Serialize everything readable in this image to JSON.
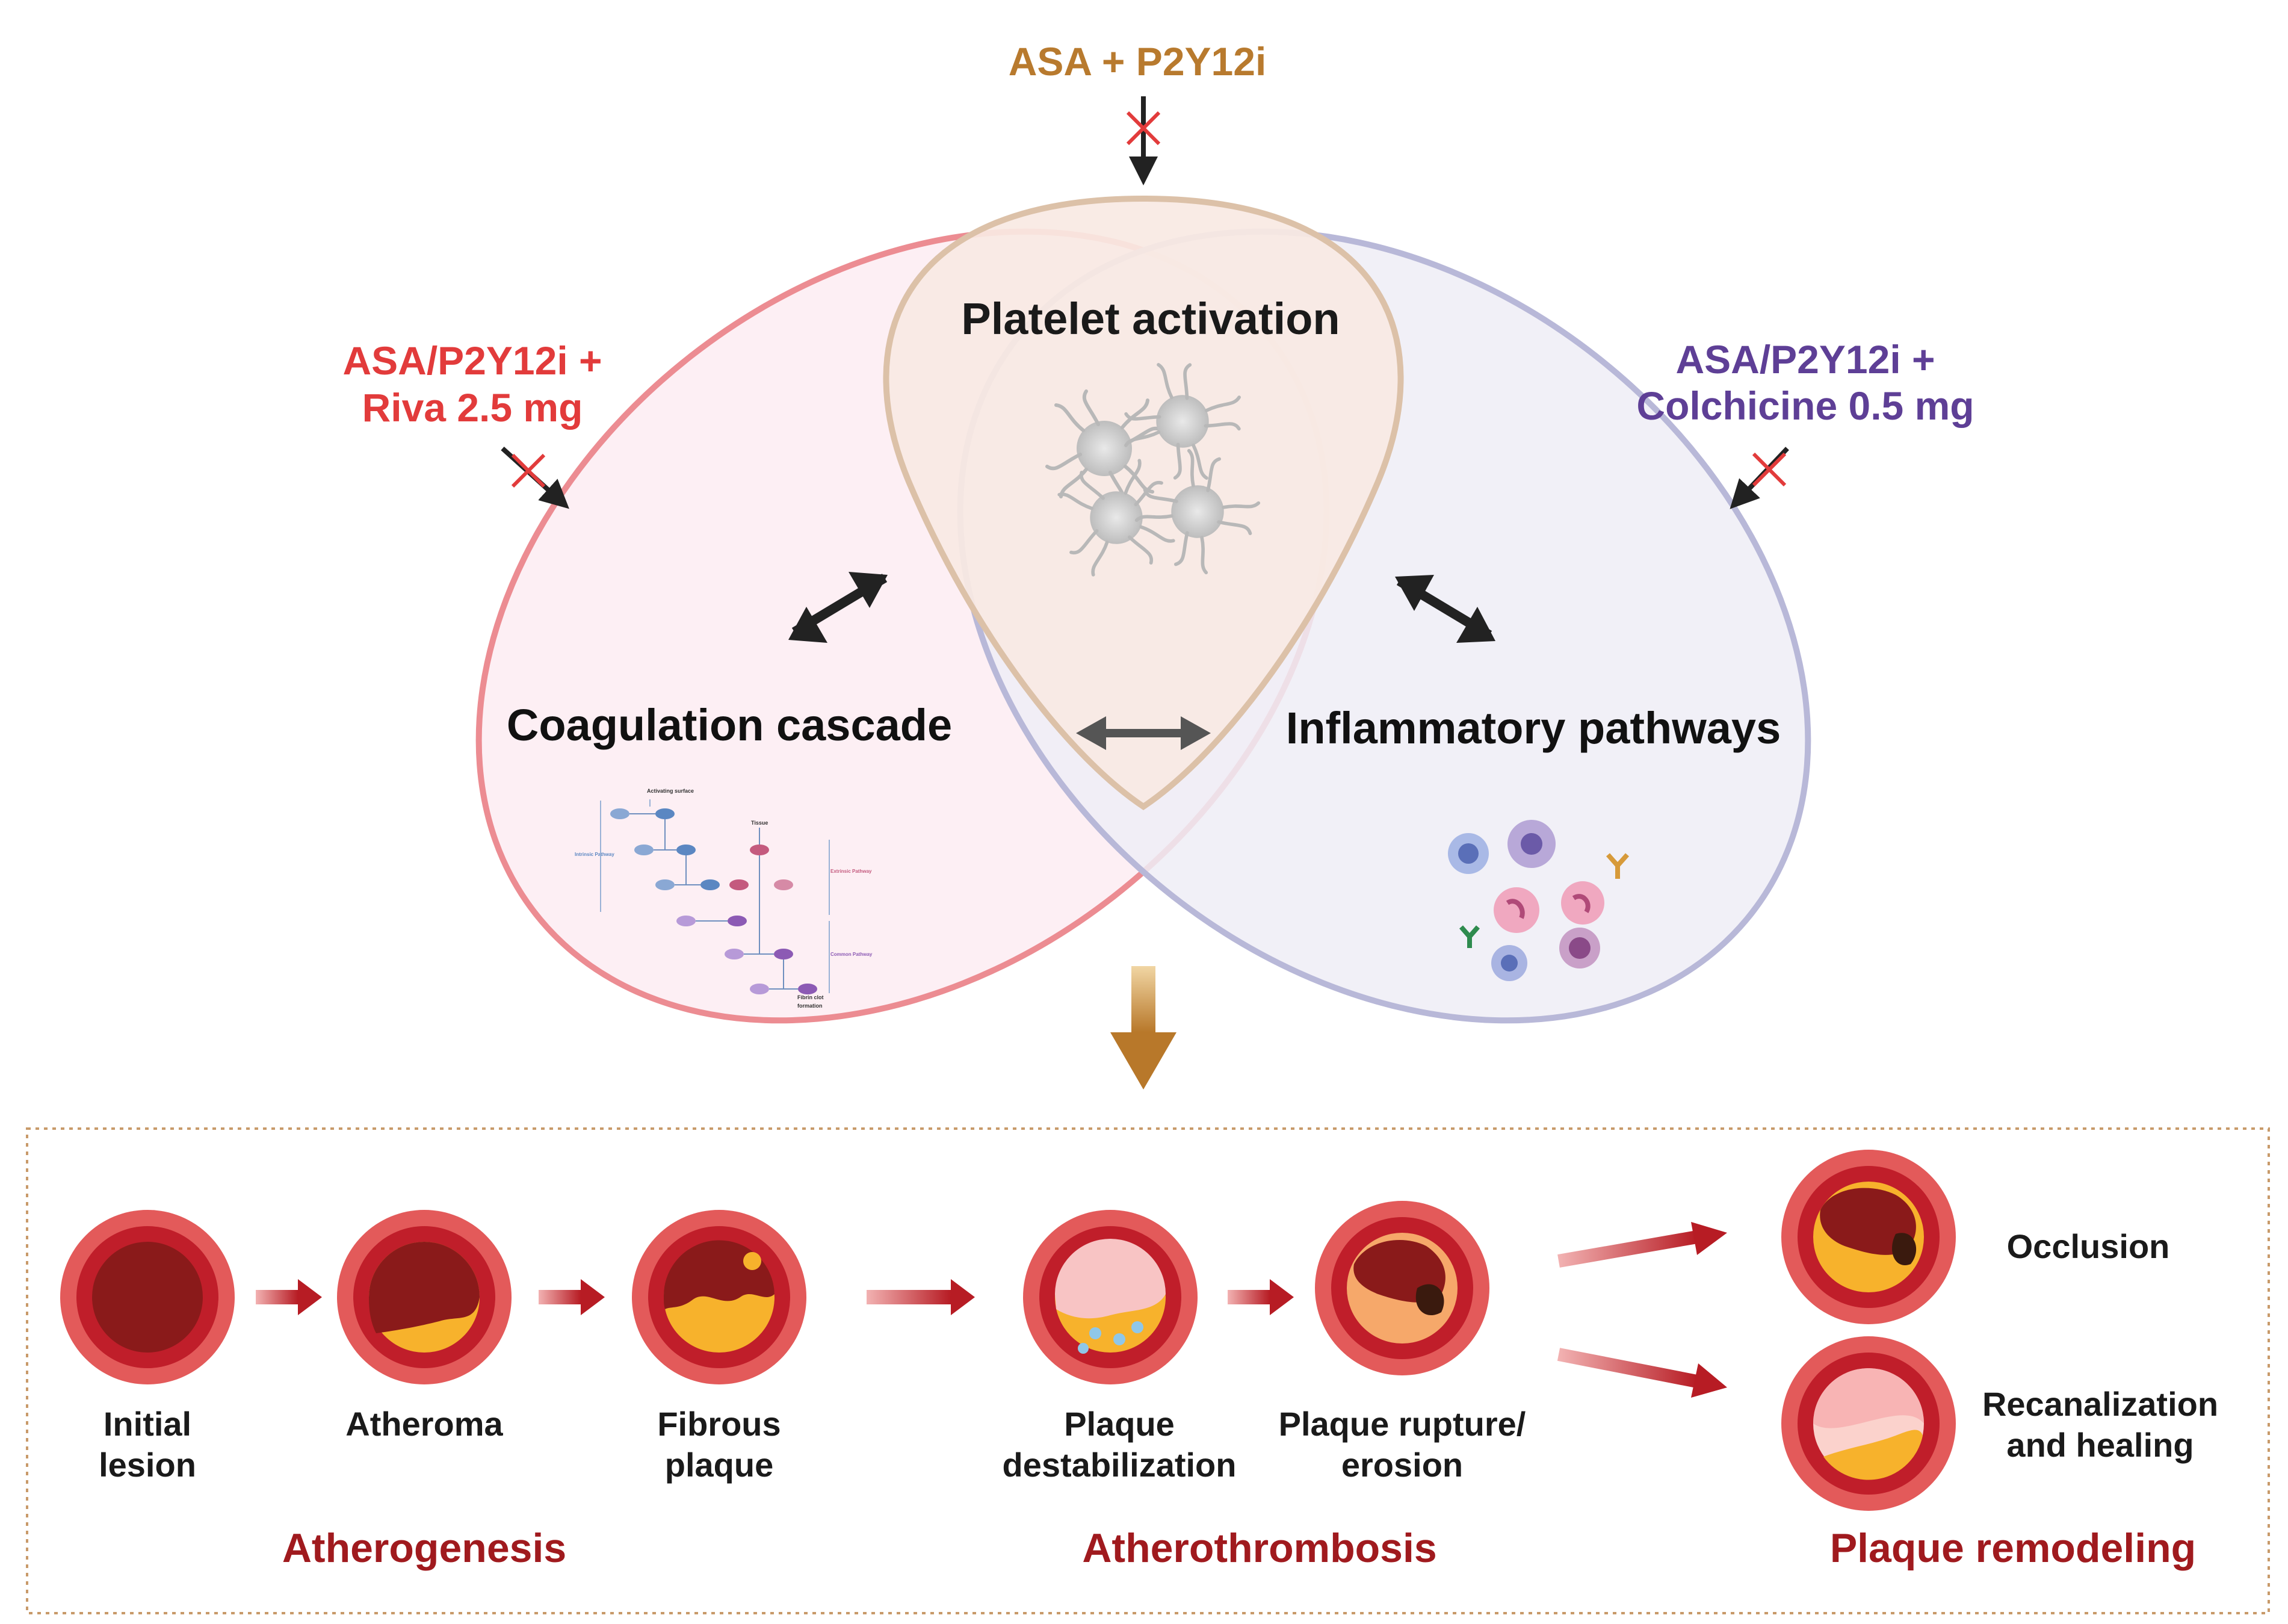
{
  "colors": {
    "drug_top": "#b87a2e",
    "drug_left": "#e23b3b",
    "drug_right": "#5e3f96",
    "coag_oval_stroke": "#ec8c92",
    "coag_oval_fill": "#fdeff4",
    "inflam_oval_stroke": "#b8b8d8",
    "inflam_oval_fill": "#efedf6",
    "platelet_oval_stroke": "#dcc1a8",
    "platelet_oval_fill": "#f9e9e3",
    "stage_label": "#a01a1e",
    "dotted_border": "#c89a6a",
    "big_arrow": "#b8782a",
    "vessel_outer": "#e35a5a",
    "vessel_inner": "#c01e2a",
    "lumen": "#8a1a1a",
    "plaque_yellow": "#f7b22c"
  },
  "icons": {
    "inhibition_mark": "red-cross-icon",
    "platelets": "platelet-cells-icon",
    "coag_diagram": "coagulation-pathway-diagram-icon",
    "immune_cells": "immune-cells-icon",
    "vessel": "artery-cross-section-icon"
  },
  "therapies": {
    "top": "ASA + P2Y12i",
    "left_line1": "ASA/P2Y12i +",
    "left_line2": "Riva 2.5 mg",
    "right_line1": "ASA/P2Y12i +",
    "right_line2": "Colchicine 0.5 mg"
  },
  "pathways": {
    "platelet": "Platelet activation",
    "coagulation": "Coagulation cascade",
    "inflammation": "Inflammatory pathways"
  },
  "coag_mini": {
    "title": "Activating surface",
    "tissue": "Tissue",
    "intrinsic": "Intrinsic Pathway",
    "extrinsic": "Extrinsic Pathway",
    "common": "Common Pathway",
    "fibrin_line1": "Fibrin clot",
    "fibrin_line2": "formation"
  },
  "stages": {
    "initial_line1": "Initial",
    "initial_line2": "lesion",
    "atheroma": "Atheroma",
    "fibrous_line1": "Fibrous",
    "fibrous_line2": "plaque",
    "destab_line1": "Plaque",
    "destab_line2": "destabilization",
    "rupture_line1": "Plaque rupture/",
    "rupture_line2": "erosion",
    "occlusion": "Occlusion",
    "recanal_line1": "Recanalization",
    "recanal_line2": "and healing"
  },
  "phases": {
    "atherogenesis": "Atherogenesis",
    "atherothrombosis": "Atherothrombosis",
    "remodeling": "Plaque remodeling"
  }
}
